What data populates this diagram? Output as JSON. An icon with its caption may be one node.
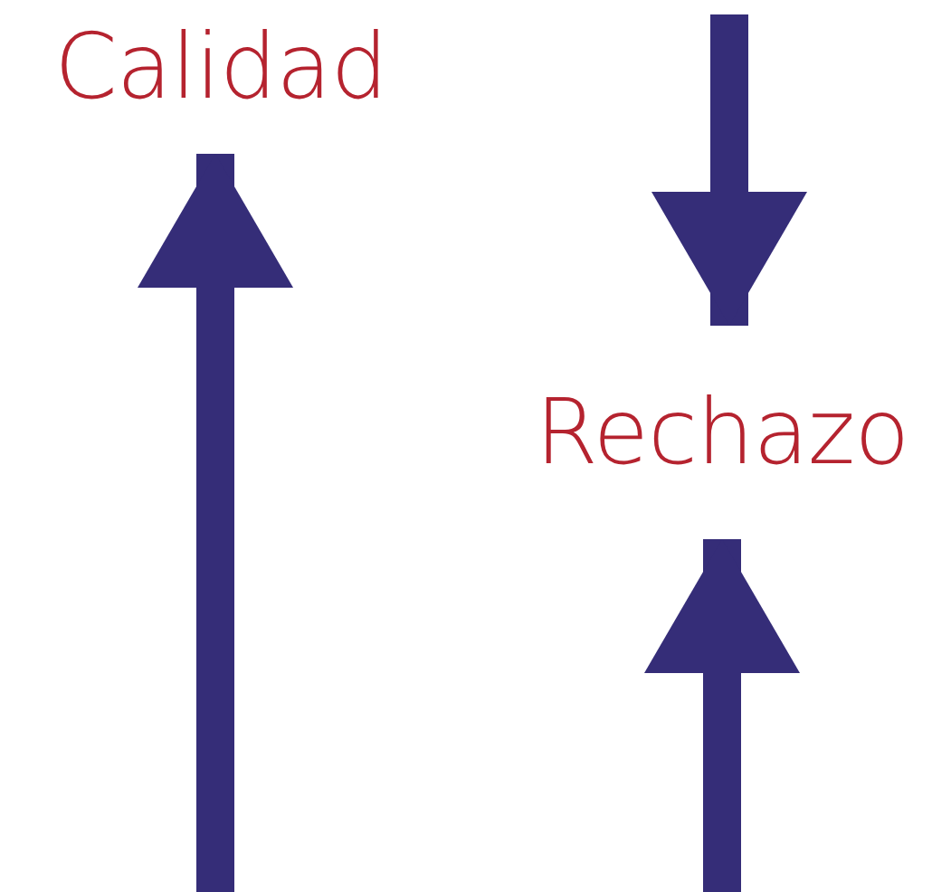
{
  "diagram": {
    "nodes": [
      {
        "text": [
          "Calidad"
        ]
      },
      {
        "text": [
          "Rechazo"
        ]
      }
    ],
    "edges": [
      {
        "from": null,
        "to": 0,
        "arrow": "to"
      },
      {
        "from": null,
        "to": 1,
        "arrow": "to"
      },
      {
        "from": null,
        "to": 1,
        "arrow": "to"
      }
    ]
  }
}
